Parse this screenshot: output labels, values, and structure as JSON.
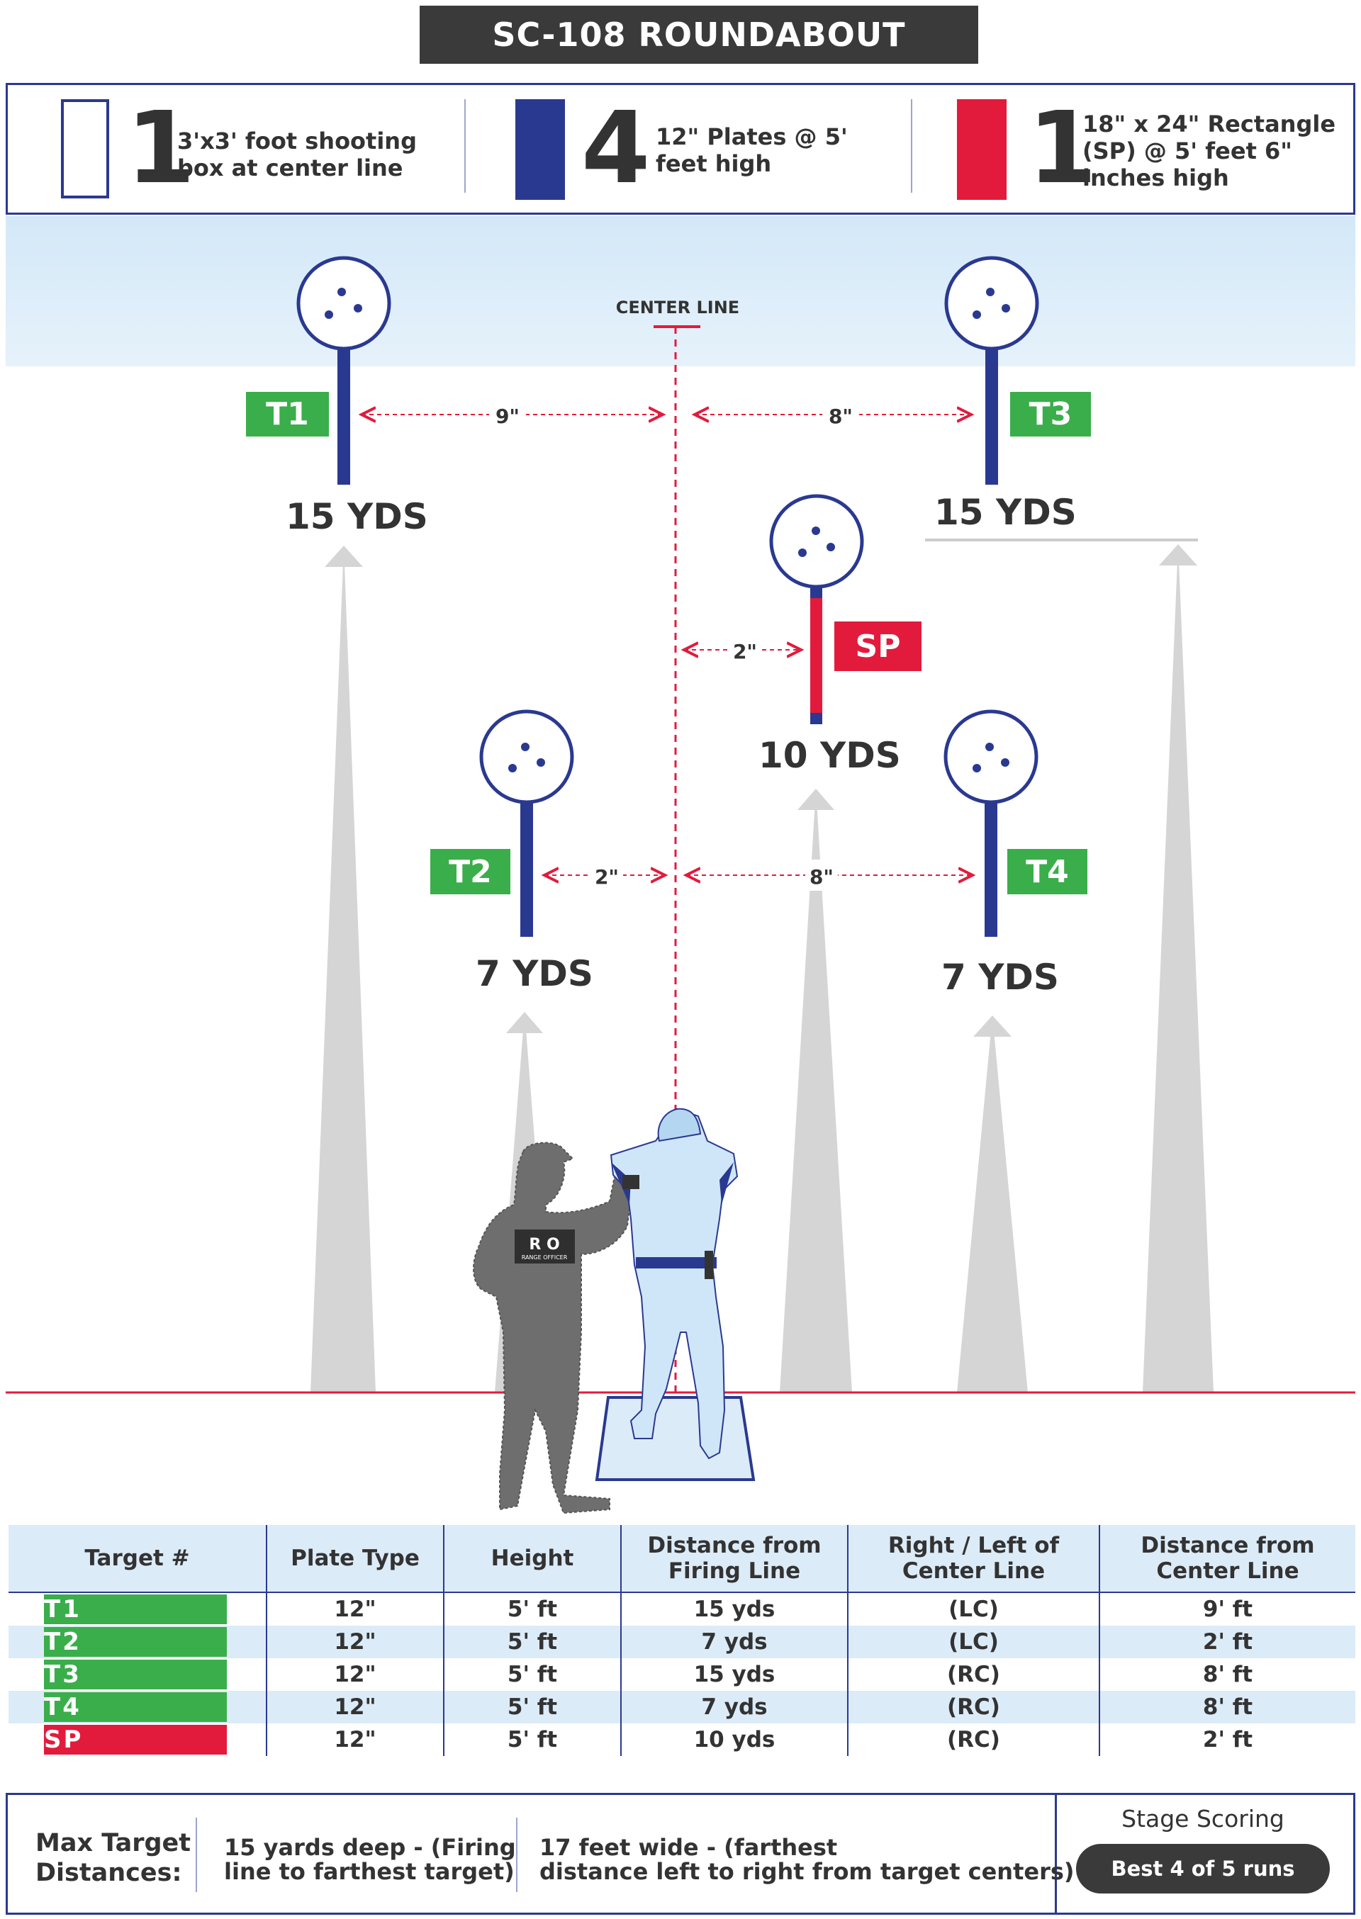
{
  "title": "SC-108   ROUNDABOUT",
  "summary": [
    {
      "count": "1",
      "line1": "3'x3' foot shooting",
      "line2": "box at center line",
      "line3": "",
      "swatch": "outline"
    },
    {
      "count": "4",
      "line1": "12\" Plates @ 5'",
      "line2": "feet high",
      "line3": "",
      "swatch": "#2a3990"
    },
    {
      "count": "1",
      "line1": "18\" x 24\" Rectangle",
      "line2": "(SP) @ 5' feet 6\"",
      "line3": "inches high",
      "swatch": "#e21b3c"
    }
  ],
  "diagram": {
    "center_line_label": "CENTER LINE",
    "targets": {
      "T1": {
        "label": "T1",
        "distance": "15 YDS",
        "offset": "9\""
      },
      "T2": {
        "label": "T2",
        "distance": "7 YDS",
        "offset": "2\""
      },
      "T3": {
        "label": "T3",
        "distance": "15 YDS",
        "offset": "8\""
      },
      "T4": {
        "label": "T4",
        "distance": "7 YDS",
        "offset": "8\""
      },
      "SP": {
        "label": "SP",
        "distance": "10 YDS",
        "offset": "2\""
      }
    },
    "ro_badge": "R O",
    "ro_badge_sub": "RANGE OFFICER"
  },
  "colors": {
    "plate_blue": "#2a3990",
    "target_green": "#3aae4a",
    "stop_red": "#e21b3c",
    "sky": "#d3e8f8",
    "lane_grey": "#d5d5d5"
  },
  "table": {
    "headers": [
      "Target #",
      "Plate Type",
      "Height",
      "Distance from Firing Line",
      "Right / Left of Center Line",
      "Distance from Center Line"
    ],
    "rows": [
      [
        "T1",
        "12\"",
        "5' ft",
        "15 yds",
        "(LC)",
        "9' ft"
      ],
      [
        "T2",
        "12\"",
        "5' ft",
        "7 yds",
        "(LC)",
        "2' ft"
      ],
      [
        "T3",
        "12\"",
        "5' ft",
        "15 yds",
        "(RC)",
        "8' ft"
      ],
      [
        "T4",
        "12\"",
        "5' ft",
        "7 yds",
        "(RC)",
        "8' ft"
      ],
      [
        "SP",
        "12\"",
        "5' ft",
        "10 yds",
        "(RC)",
        "2' ft"
      ]
    ]
  },
  "footer": {
    "label_line1": "Max Target",
    "label_line2": "Distances:",
    "depth_line1": "15 yards deep - (Firing",
    "depth_line2": "line to farthest target)",
    "width_line1": "17 feet wide - (farthest",
    "width_line2": "distance left to right from target centers)",
    "scoring_title": "Stage Scoring",
    "scoring_value": "Best 4 of 5 runs"
  }
}
